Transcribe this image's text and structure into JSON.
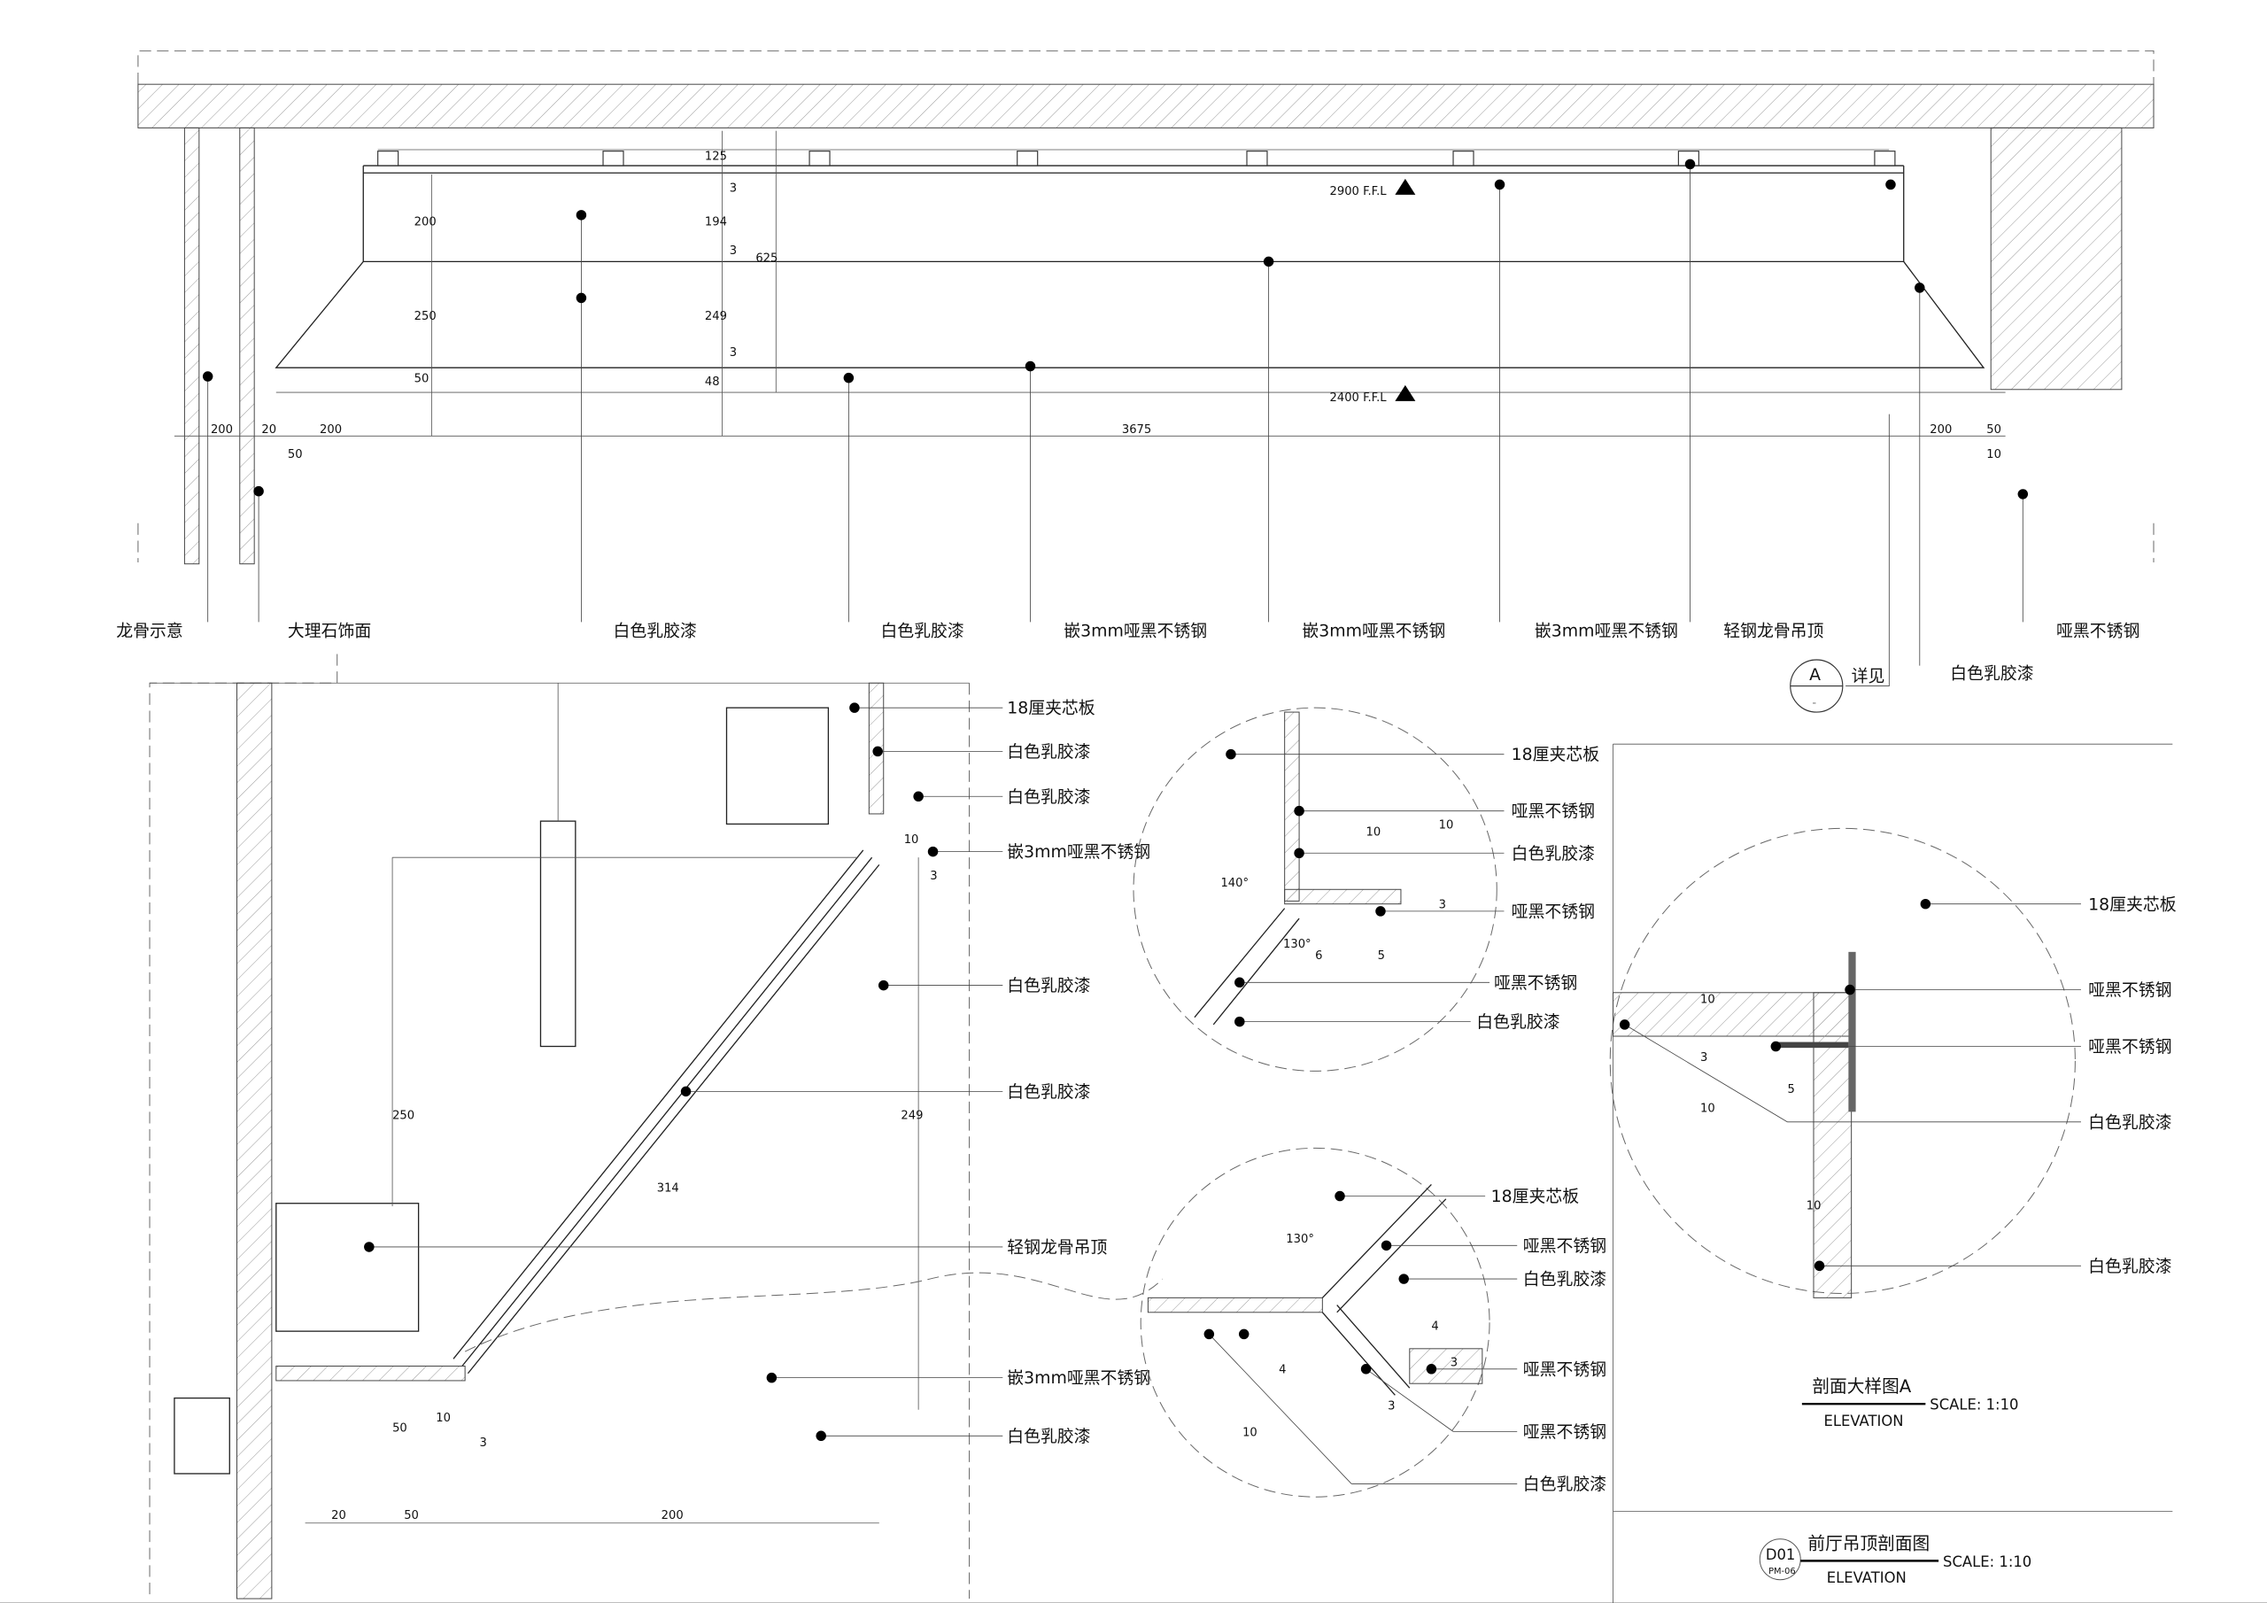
{
  "main_section": {
    "labels": [
      "龙骨示意",
      "大理石饰面",
      "白色乳胶漆",
      "白色乳胶漆",
      "嵌3mm哑黑不锈钢",
      "嵌3mm哑黑不锈钢",
      "嵌3mm哑黑不锈钢",
      "轻钢龙骨吊顶",
      "白色乳胶漆",
      "哑黑不锈钢"
    ],
    "levels": [
      "2900 F.F.L",
      "2400 F.F.L"
    ],
    "dims": [
      "125",
      "200",
      "250",
      "50",
      "3",
      "194",
      "3",
      "249",
      "3",
      "48",
      "625",
      "200",
      "20",
      "200",
      "50",
      "3675",
      "200",
      "50",
      "10"
    ],
    "detail_ref": {
      "letter": "A",
      "dash": "-",
      "text": "详见"
    }
  },
  "detail_left": {
    "labels": [
      "18厘夹芯板",
      "白色乳胶漆",
      "白色乳胶漆",
      "嵌3mm哑黑不锈钢",
      "白色乳胶漆",
      "白色乳胶漆",
      "轻钢龙骨吊顶",
      "嵌3mm哑黑不锈钢",
      "白色乳胶漆"
    ],
    "dims": [
      "250",
      "314",
      "249",
      "20",
      "50",
      "200",
      "10",
      "50",
      "3",
      "10",
      "3"
    ]
  },
  "detail_circle_1": {
    "labels": [
      "18厘夹芯板",
      "哑黑不锈钢",
      "白色乳胶漆",
      "哑黑不锈钢",
      "哑黑不锈钢",
      "白色乳胶漆"
    ],
    "dims": [
      "10",
      "10",
      "3",
      "140°",
      "130°",
      "6",
      "5"
    ]
  },
  "detail_circle_2": {
    "labels": [
      "18厘夹芯板",
      "哑黑不锈钢",
      "白色乳胶漆",
      "哑黑不锈钢",
      "哑黑不锈钢",
      "白色乳胶漆"
    ],
    "dims": [
      "130°",
      "4",
      "4",
      "3",
      "10",
      "3"
    ]
  },
  "detail_right": {
    "labels": [
      "18厘夹芯板",
      "哑黑不锈钢",
      "哑黑不锈钢",
      "白色乳胶漆",
      "白色乳胶漆"
    ],
    "dims": [
      "10",
      "3",
      "10",
      "5",
      "10"
    ]
  },
  "title_a": {
    "name": "剖面大样图A",
    "sub": "ELEVATION",
    "scale": "SCALE: 1:10"
  },
  "title_main": {
    "code": "D01",
    "sheet": "PM-06",
    "name": "前厅吊顶剖面图",
    "sub": "ELEVATION",
    "scale": "SCALE: 1:10"
  }
}
